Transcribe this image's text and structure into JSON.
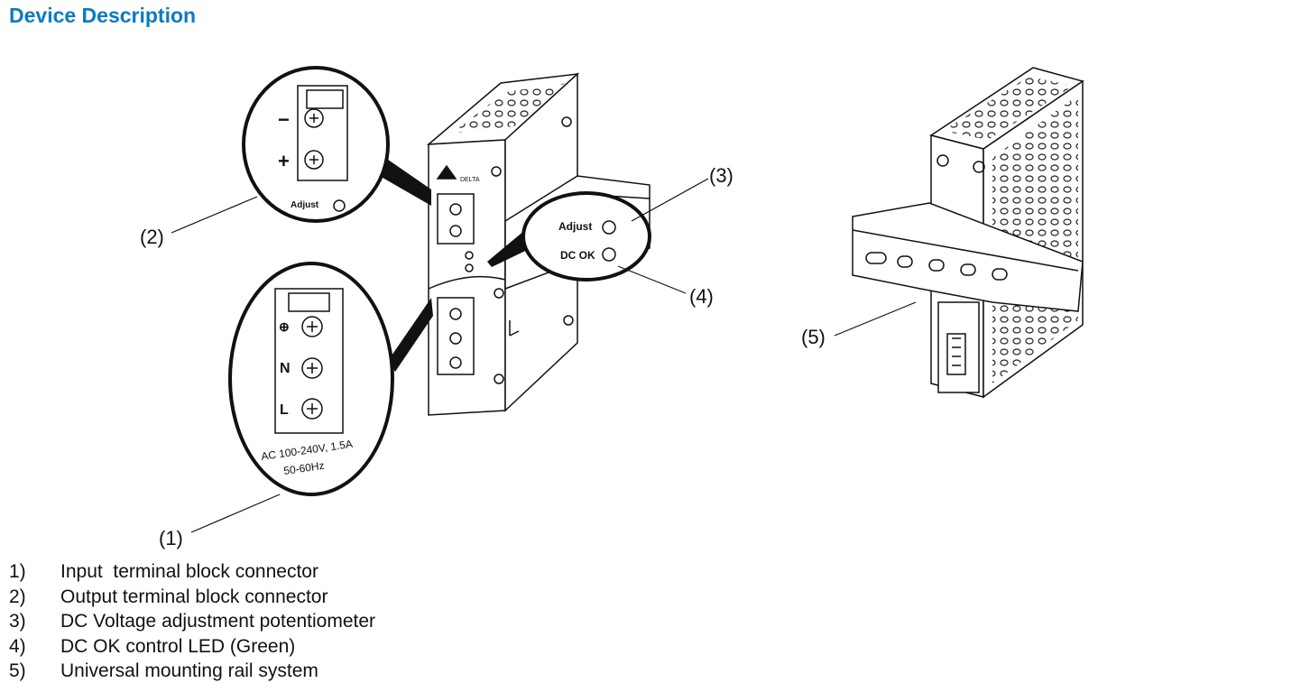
{
  "title": "Device Description",
  "callouts": {
    "c1": "(1)",
    "c2": "(2)",
    "c3": "(3)",
    "c4": "(4)",
    "c5": "(5)"
  },
  "labels": {
    "adjust": "Adjust",
    "dc_ok": "DC OK",
    "minus": "−",
    "plus": "+",
    "earth": "⊕",
    "neutral": "N",
    "line": "L",
    "rating_line1": "AC 100-240V, 1.5A",
    "rating_line2": "50-60Hz",
    "brand": "DELTA"
  },
  "items": [
    {
      "num": "1)",
      "text": "Input  terminal block connector"
    },
    {
      "num": "2)",
      "text": "Output terminal block connector"
    },
    {
      "num": "3)",
      "text": "DC Voltage adjustment potentiometer"
    },
    {
      "num": "4)",
      "text": "DC OK control LED (Green)"
    },
    {
      "num": "5)",
      "text": "Universal mounting rail system"
    }
  ],
  "colors": {
    "title": "#0a7bc1",
    "line": "#111111"
  }
}
